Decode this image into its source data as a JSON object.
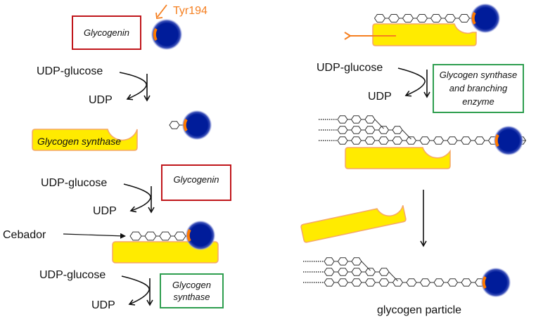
{
  "colors": {
    "glycogenin_box": "#c0161b",
    "synthase_box": "#2e9e4f",
    "enzyme_fill": "#ffeb00",
    "enzyme_border": "#f5a66a",
    "protein_core": "#001c9a",
    "tyrosine": "#ff7a00",
    "arrow_orange": "#f57f20",
    "chain_stroke": "#333333"
  },
  "left_panel": {
    "tyr_label": "Tyr194",
    "step1": {
      "enzyme_box": "Glycogenin",
      "substrate": "UDP-glucose",
      "product": "UDP"
    },
    "synthase_label": "Glycogen synthase",
    "step2": {
      "enzyme_box": "Glycogenin",
      "substrate": "UDP-glucose",
      "product": "UDP"
    },
    "primer_label": "Cebador",
    "step3": {
      "enzyme_box_line1": "Glycogen",
      "enzyme_box_line2": "synthase",
      "substrate": "UDP-glucose",
      "product": "UDP"
    }
  },
  "right_panel": {
    "step4": {
      "enzyme_box_line1": "Glycogen synthase",
      "enzyme_box_line2": "and branching",
      "enzyme_box_line3": "enzyme",
      "substrate": "UDP-glucose",
      "product": "UDP"
    },
    "final_label": "glycogen particle"
  }
}
